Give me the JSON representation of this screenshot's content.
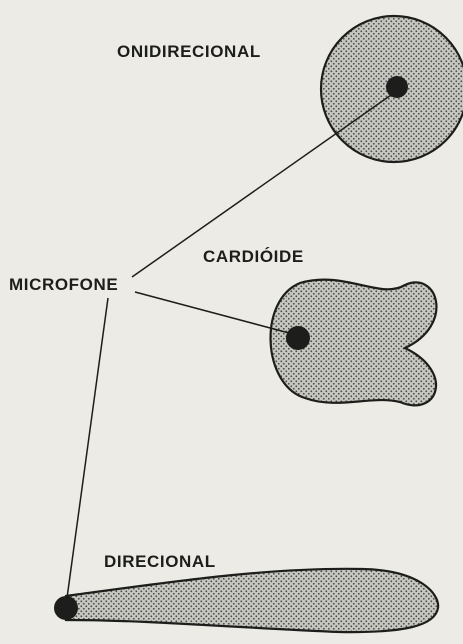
{
  "labels": {
    "omni": "ONIDIRECIONAL",
    "cardioid": "CARDIÓIDE",
    "microphone": "MICROFONE",
    "directional": "DIRECIONAL"
  },
  "colors": {
    "background": "#ecebe5",
    "ink": "#1d1d1b",
    "pattern_fill": "#c7c7c1"
  },
  "icons": {
    "microphone": "filled-dot"
  }
}
